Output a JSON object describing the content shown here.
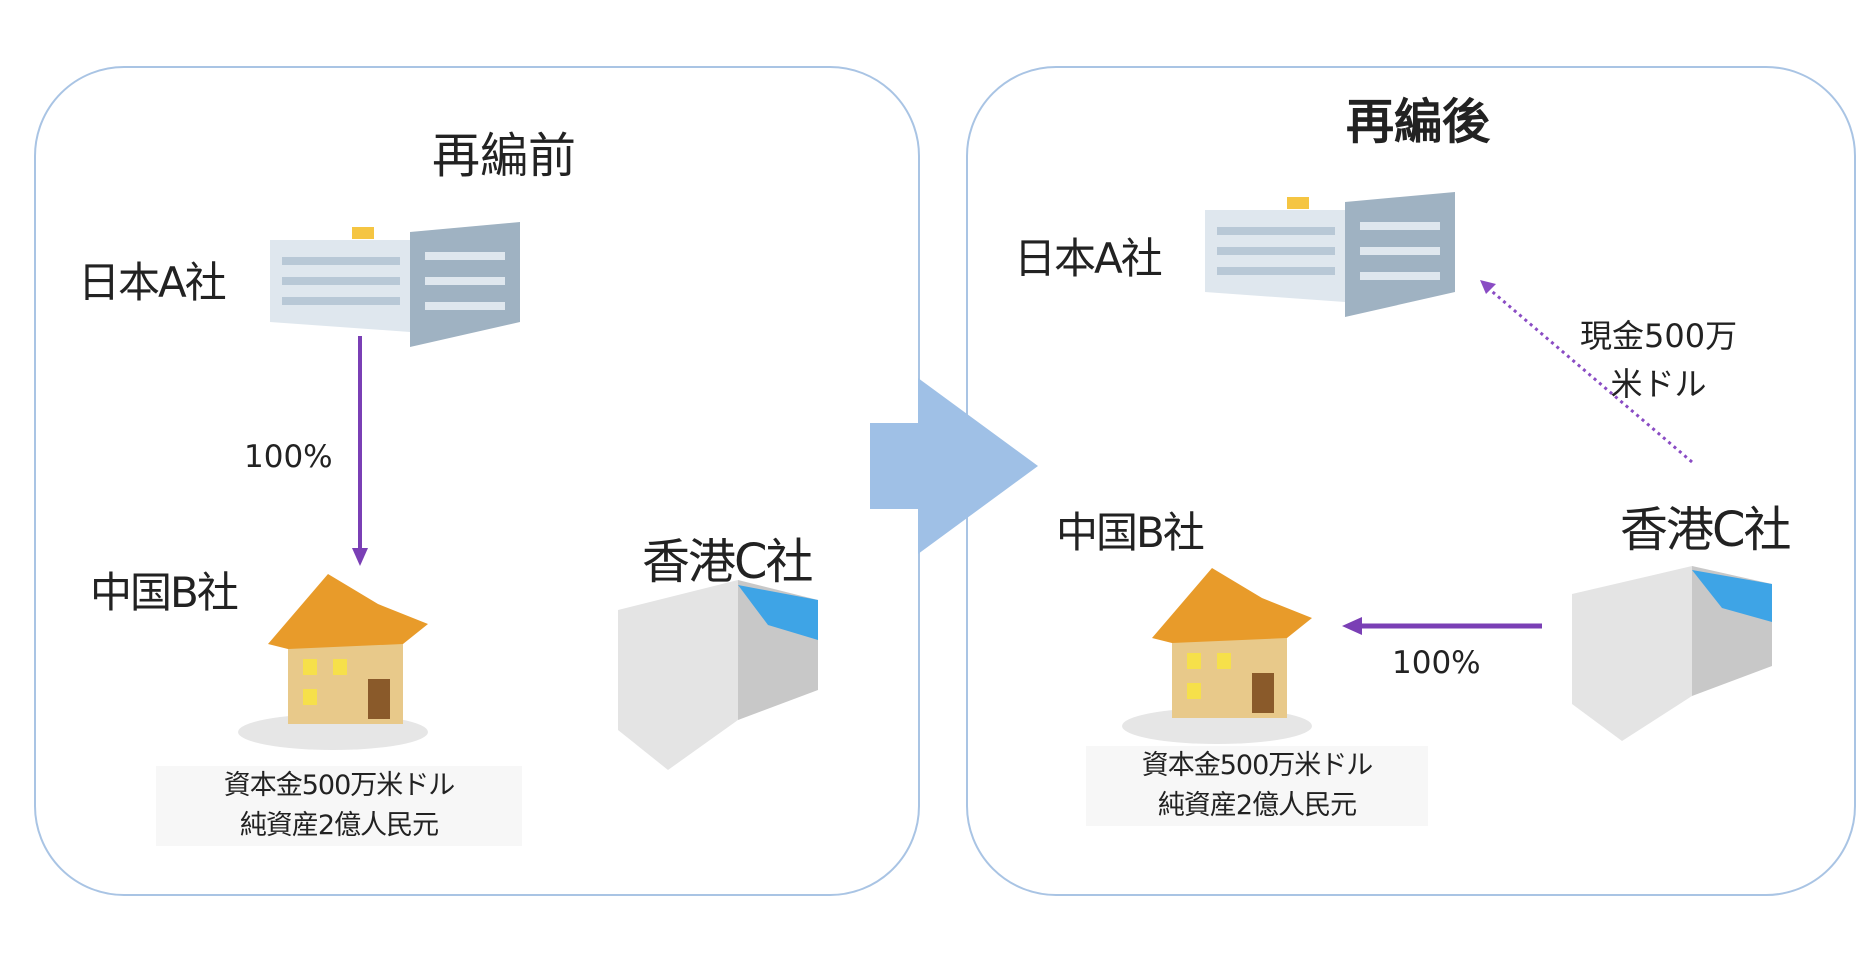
{
  "before": {
    "title": "再編前",
    "company_a": "日本A社",
    "company_b": "中国B社",
    "company_c": "香港C社",
    "ownership_a_to_b": "100%",
    "b_details": [
      "資本金500万米ドル",
      "純資産2億人民元"
    ]
  },
  "after": {
    "title": "再編後",
    "company_a": "日本A社",
    "company_b": "中国B社",
    "company_c": "香港C社",
    "ownership_c_to_b": "100%",
    "payment": [
      "現金500万",
      "米ドル"
    ],
    "b_details": [
      "資本金500万米ドル",
      "純資産2億人民元"
    ]
  },
  "colors": {
    "border": "#a9c4e4",
    "arrow": "#7a3fb5",
    "transition_arrow": "#9fc0e6"
  }
}
